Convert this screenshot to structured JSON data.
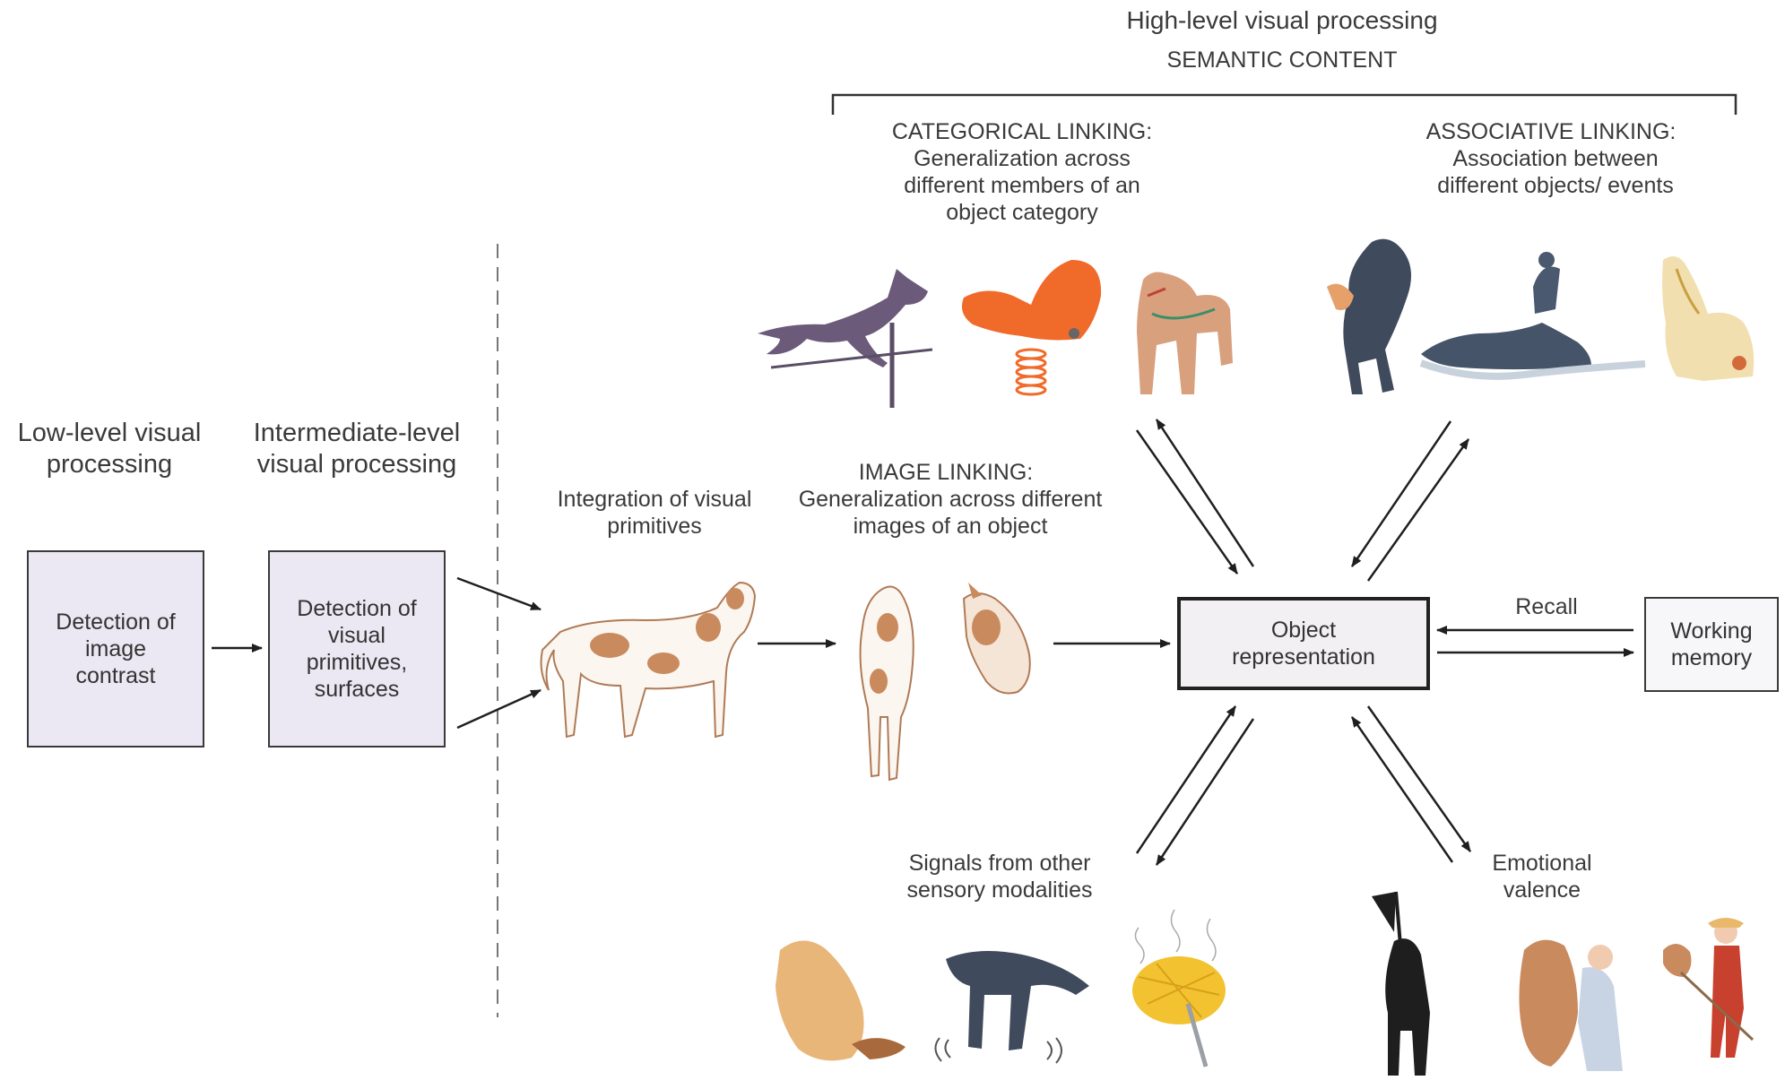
{
  "header": {
    "title": "High-level visual processing",
    "subtitle": "SEMANTIC CONTENT"
  },
  "stages": {
    "low_level": "Low-level visual processing",
    "intermediate_level": "Intermediate-level visual processing"
  },
  "boxes": {
    "contrast": "Detection of image contrast",
    "primitives": "Detection of visual primitives, surfaces",
    "object_rep": "Object representation",
    "working_memory": "Working memory"
  },
  "labels": {
    "integration": "Integration of visual primitives",
    "image_linking_title": "IMAGE LINKING:",
    "image_linking_desc": "Generalization across different images of an object",
    "categorical_title": "CATEGORICAL  LINKING:",
    "categorical_desc": "Generalization across different members of an object category",
    "associative_title": "ASSOCIATIVE LINKING:",
    "associative_desc": "Association between different objects/ events",
    "recall": "Recall",
    "sensory": "Signals from other sensory modalities",
    "emotional": "Emotional valence"
  },
  "colors": {
    "box_fill": "#ece8f3",
    "horse_brown": "#c98a5e",
    "weathervane": "#6b5a7a",
    "spring_horse": "#f06a2a",
    "dala_horse": "#d9a07e",
    "dark_horse": "#3f4a5c",
    "hay": "#f2c230"
  }
}
